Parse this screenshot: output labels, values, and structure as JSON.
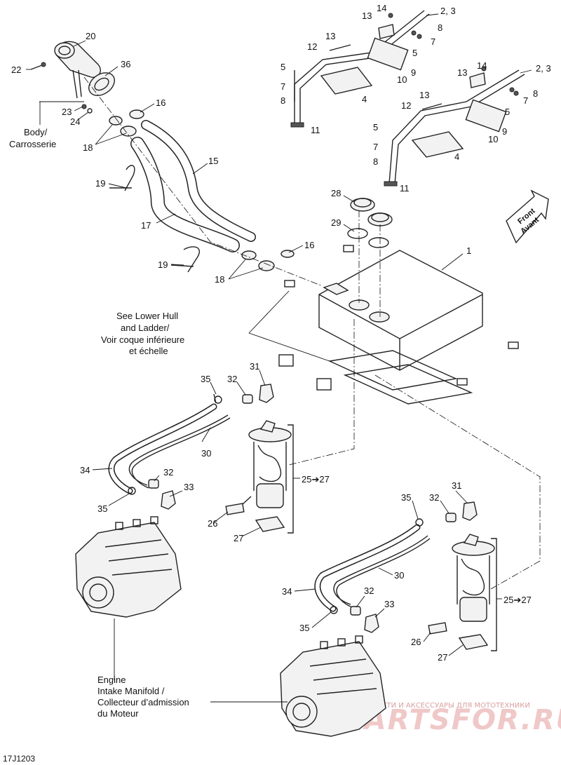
{
  "callouts": {
    "c1": "1",
    "c2_3a": "2, 3",
    "c2_3b": "2, 3",
    "c4a": "4",
    "c4b": "4",
    "c5a": "5",
    "c5b": "5",
    "c5c": "5",
    "c5d": "5",
    "c7a": "7",
    "c7b": "7",
    "c7c": "7",
    "c7d": "7",
    "c8a": "8",
    "c8b": "8",
    "c8c": "8",
    "c8d": "8",
    "c9a": "9",
    "c9b": "9",
    "c10a": "10",
    "c10b": "10",
    "c11a": "11",
    "c11b": "11",
    "c12a": "12",
    "c12b": "12",
    "c13a": "13",
    "c13b": "13",
    "c13c": "13",
    "c13d": "13",
    "c14a": "14",
    "c14b": "14",
    "c15": "15",
    "c16a": "16",
    "c16b": "16",
    "c17": "17",
    "c18a": "18",
    "c18b": "18",
    "c19a": "19",
    "c19b": "19",
    "c20": "20",
    "c22": "22",
    "c23": "23",
    "c24": "24",
    "c25a": "25",
    "c25b": "25",
    "c27r_a": "27",
    "c27r_b": "27",
    "c26a": "26",
    "c26b": "26",
    "c27a": "27",
    "c27b": "27",
    "c28": "28",
    "c29": "29",
    "c30a": "30",
    "c30b": "30",
    "c31a": "31",
    "c31b": "31",
    "c32a": "32",
    "c32b": "32",
    "c32c": "32",
    "c32d": "32",
    "c33a": "33",
    "c33b": "33",
    "c34a": "34",
    "c34b": "34",
    "c35a": "35",
    "c35b": "35",
    "c35c": "35",
    "c35d": "35",
    "c36": "36",
    "range_arrow": "➔"
  },
  "notes": {
    "body_line1": "Body/",
    "body_line2": "Carrosserie",
    "hull_line1": "See Lower Hull",
    "hull_line2": "and Ladder/",
    "hull_line3": "Voir coque inférieure",
    "hull_line4": "et échelle",
    "engine_line1": "Engine",
    "engine_line2": "Intake Manifold /",
    "engine_line3": "Collecteur d’admission",
    "engine_line4": "du Moteur",
    "front_line1": "Front",
    "front_line2": "Avant"
  },
  "footer": {
    "drawing_code": "17J1203"
  },
  "watermark": {
    "line1": "ЗАПЧАСТИ И АКСЕССУАРЫ ДЛЯ МОТОТЕХНИКИ",
    "line2": "PARTSFOR.RU"
  },
  "colors": {
    "line": "#222222",
    "watermark": "#e8b4b4",
    "background": "#ffffff"
  }
}
